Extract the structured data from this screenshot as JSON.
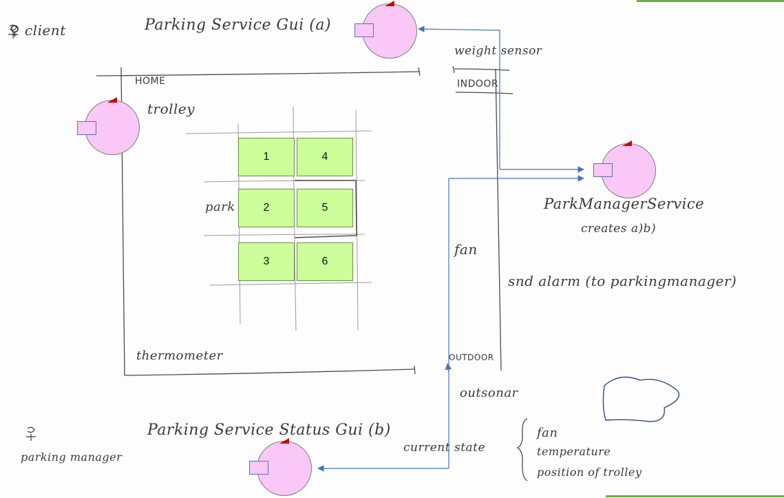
{
  "labels": {
    "client": "♀ client",
    "parking_service_gui": "Parking Service Gui (a)",
    "weight_sensor": "weight sensor",
    "indoor": "INDOOR",
    "home": "HOME",
    "trolley": "trolley",
    "park": "park",
    "park_manager_service": "ParkManagerService",
    "creates": "creates a)b)",
    "fan_mid": "fan",
    "send_alarm": "snd alarm (to parkingmanager)",
    "thermometer": "thermometer",
    "outdoor": "OUTDOOR",
    "outsonar": "outsonar",
    "parking_manager": "parking manager",
    "parking_service_status_gui": "Parking Service Status Gui (b)",
    "current_state": "current state",
    "state_fan": "fan",
    "state_temperature": "temperature",
    "state_position": "position of trolley"
  },
  "slots": [
    "1",
    "4",
    "2",
    "5",
    "3",
    "6"
  ],
  "colors": {
    "slot_fill": "#ccff99",
    "actor_fill": "#f9c8f7",
    "arrow": "#4472c4",
    "flag": "#cc0000",
    "accent_bar": "#70ad47"
  }
}
